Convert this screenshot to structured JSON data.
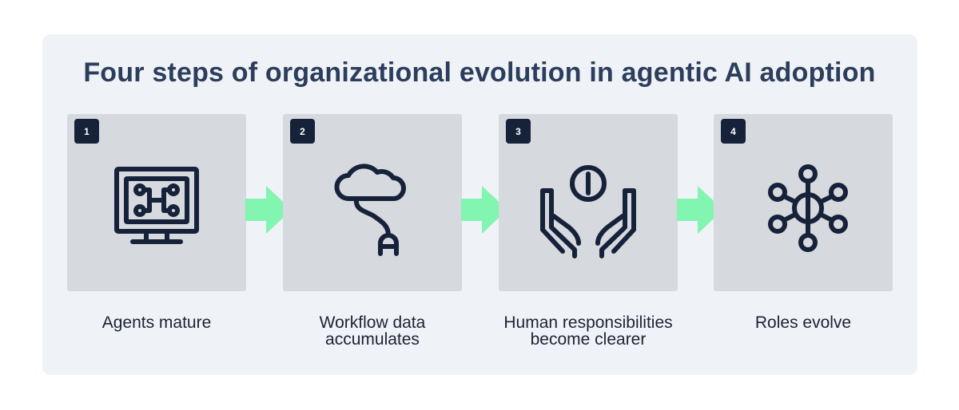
{
  "title": "Four steps of organizational evolution in agentic AI adoption",
  "steps": [
    {
      "number": "1",
      "label": "Agents mature",
      "icon": "monitor-circuit-icon"
    },
    {
      "number": "2",
      "label": "Workflow data\naccumulates",
      "icon": "cloud-plug-icon"
    },
    {
      "number": "3",
      "label": "Human responsibilities\nbecome clearer",
      "icon": "hands-holding-coin-icon"
    },
    {
      "number": "4",
      "label": "Roles evolve",
      "icon": "network-hub-icon"
    }
  ],
  "colors": {
    "panel_background": "#eff3f8",
    "card_background": "#d6d9de",
    "badge_background": "#16213a",
    "arrow": "#82f5b1",
    "title_text": "#2c3e5c",
    "icon_stroke": "#16213a"
  }
}
